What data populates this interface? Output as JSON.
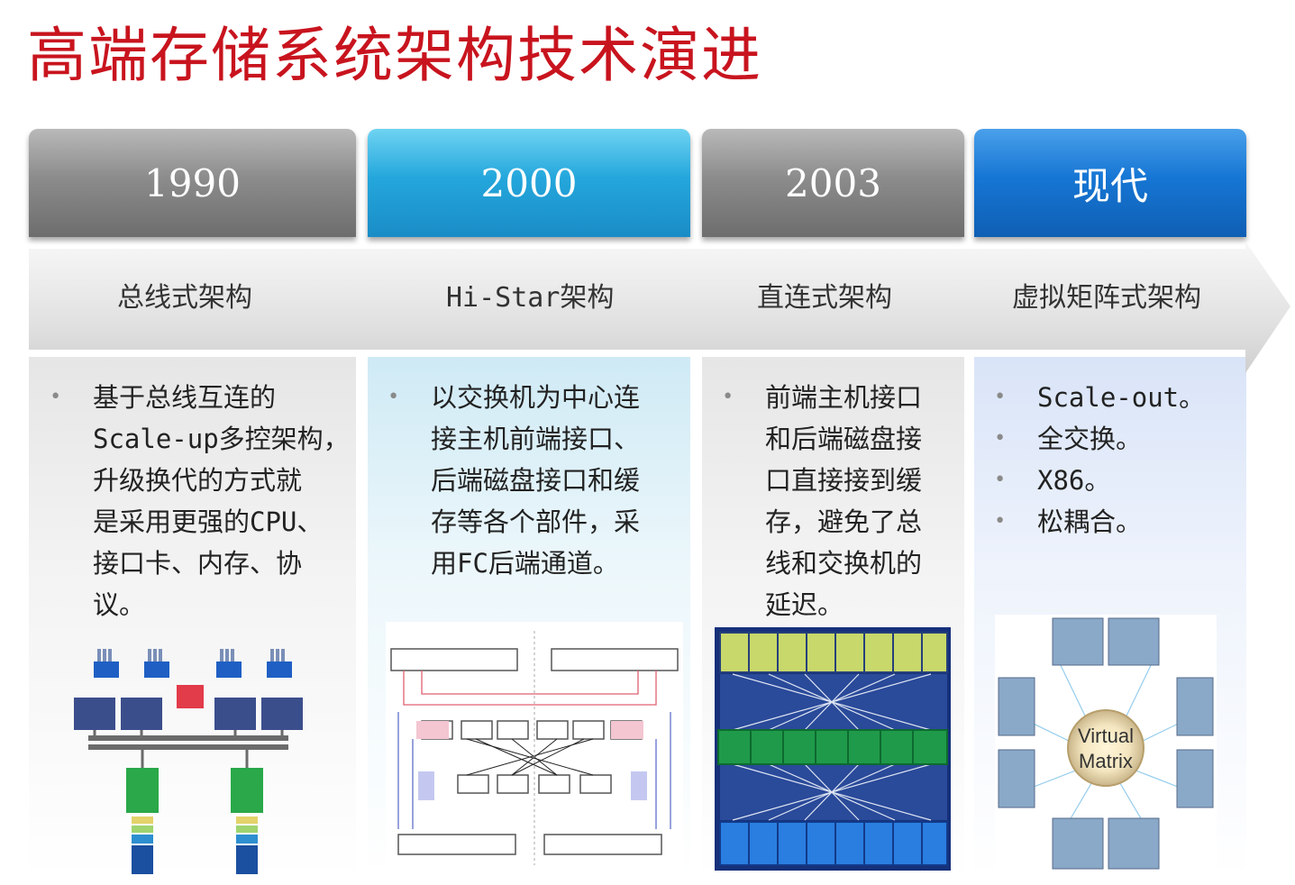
{
  "title": "高端存储系统架构技术演进",
  "eras": [
    {
      "year": "1990",
      "arch": "总线式架构",
      "bullets": [
        "基于总线互连的\nScale-up多控架构，\n升级换代的方式就\n是采用更强的CPU、\n接口卡、内存、协\n议。"
      ]
    },
    {
      "year": "2000",
      "arch": "Hi-Star架构",
      "bullets": [
        "以交换机为中心连\n接主机前端接口、\n后端磁盘接口和缓\n存等各个部件，采\n用FC后端通道。"
      ]
    },
    {
      "year": "2003",
      "arch": "直连式架构",
      "bullets": [
        "前端主机接口\n和后端磁盘接\n口直接接到缓\n存，避免了总\n线和交换机的\n延迟。"
      ]
    },
    {
      "year": "现代",
      "arch": "虚拟矩阵式架构",
      "bullets": [
        "Scale-out。",
        "全交换。",
        "X86。",
        "松耦合。"
      ]
    }
  ],
  "diagram4": {
    "center_line1": "Virtual",
    "center_line2": "Matrix"
  },
  "colors": {
    "title": "#c8141e",
    "gray": "#8c8c8c",
    "cyan": "#24a7dc",
    "blue": "#1676d4"
  }
}
